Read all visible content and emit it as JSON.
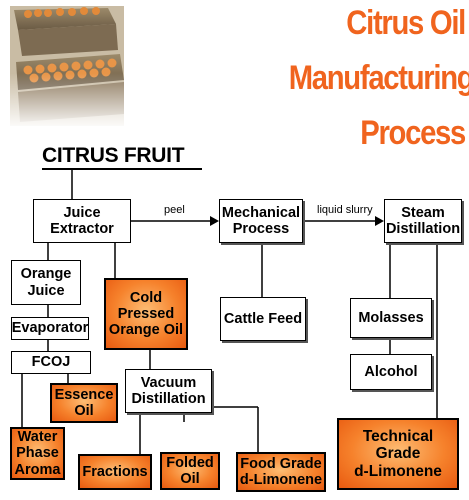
{
  "title": {
    "line1": "Citrus Oil",
    "line2": "Manufacturing",
    "line3": "Process"
  },
  "colors": {
    "title": "#f0641e",
    "highlight_fill": "#f6822c",
    "box_border": "#000000"
  },
  "root": "CITRUS FRUIT",
  "nodes": {
    "juice_extractor": "Juice\nExtractor",
    "mechanical_process": "Mechanical\nProcess",
    "steam_distillation": "Steam\nDistillation",
    "orange_juice": "Orange\nJuice",
    "cold_pressed": "Cold\nPressed\nOrange Oil",
    "cattle_feed": "Cattle Feed",
    "molasses": "Molasses",
    "alcohol": "Alcohol",
    "evaporator": "Evaporator",
    "fcoj": "FCOJ",
    "essence_oil": "Essence\nOil",
    "vacuum_distillation": "Vacuum\nDistillation",
    "water_phase_aroma": "Water\nPhase\nAroma",
    "fractions": "Fractions",
    "folded_oil": "Folded\nOil",
    "food_grade": "Food Grade\nd-Limonene",
    "technical_grade": "Technical\nGrade\nd-Limonene"
  },
  "edge_labels": {
    "peel": "peel",
    "liquid_slurry": "liquid slurry"
  }
}
